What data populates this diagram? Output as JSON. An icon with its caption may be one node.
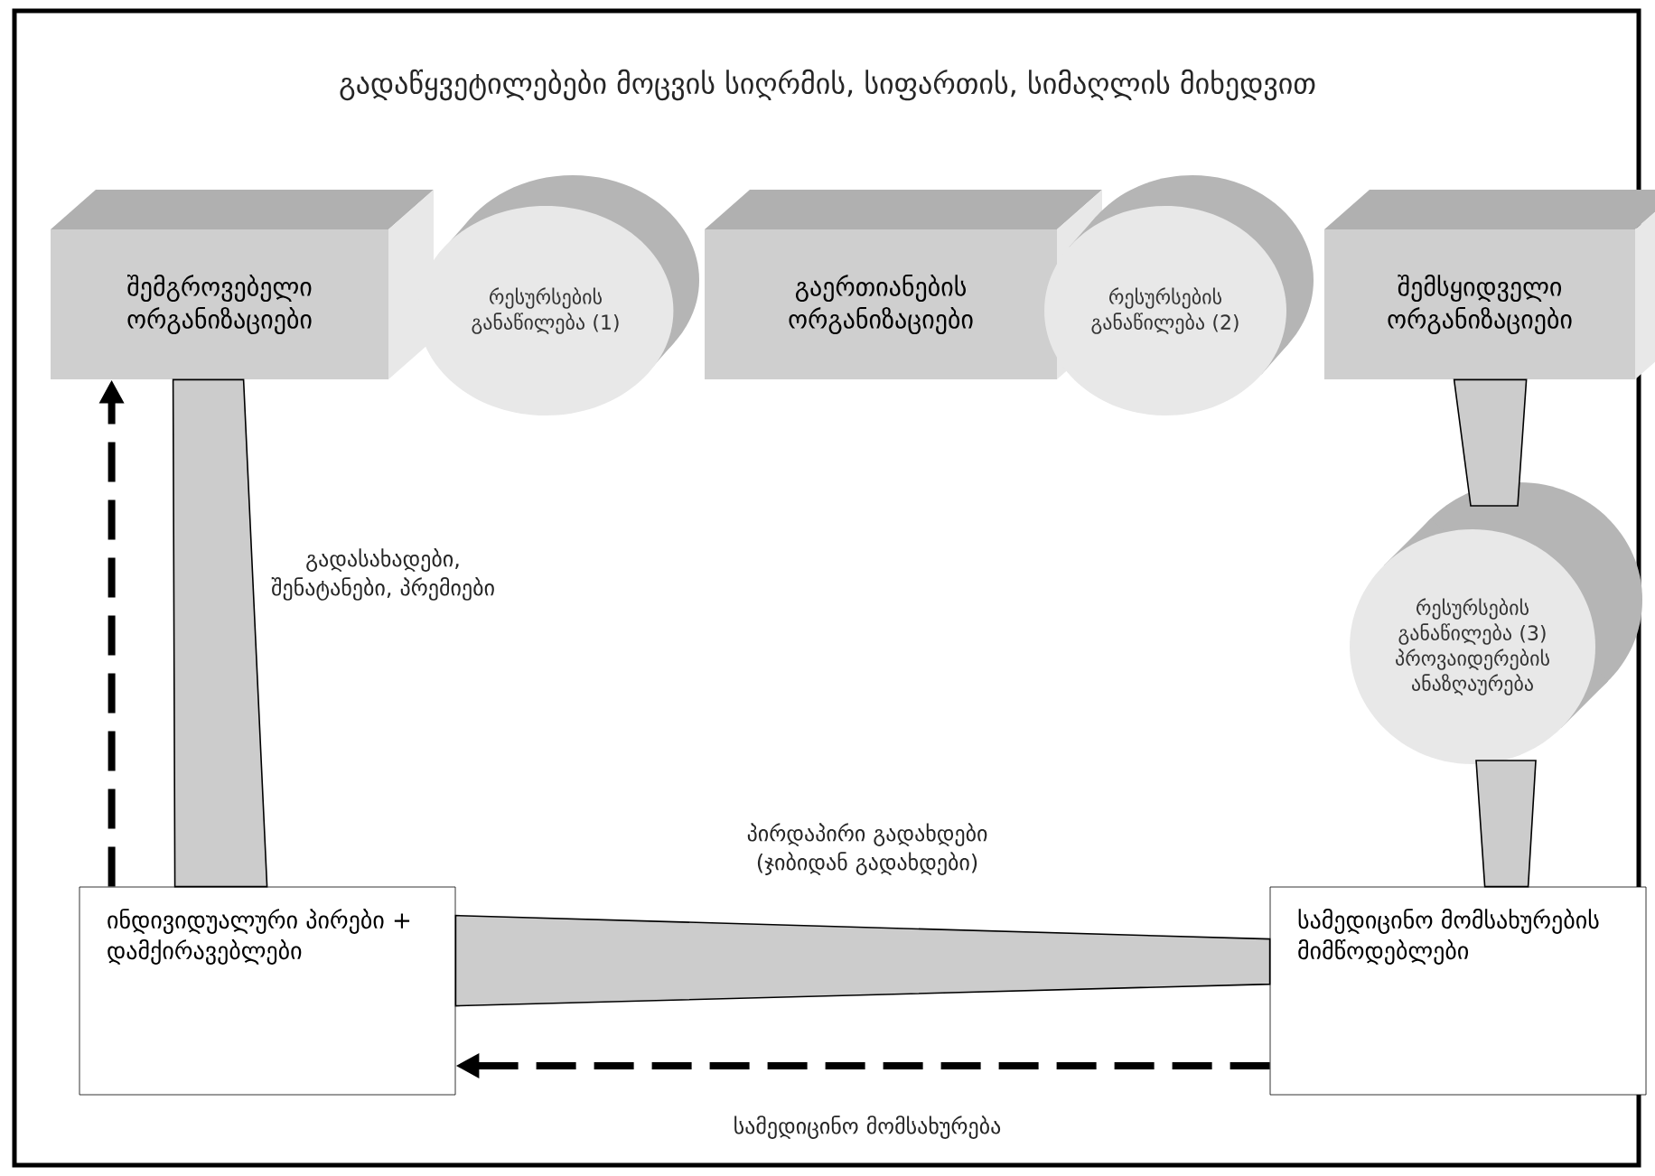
{
  "diagram": {
    "title": "გადაწყვეტილებები მოცვის სიღრმის, სიფართის, სიმაღლის მიხედვით",
    "nodes": [
      {
        "text": [
          "შემგროვებელი ორგანიზაციები"
        ]
      },
      {
        "text": [
          "რესურსების განაწილება (1)"
        ]
      },
      {
        "text": [
          "გაერთიანების ორგანიზაციები"
        ]
      },
      {
        "text": [
          "რესურსების განაწილება (2)"
        ]
      },
      {
        "text": [
          "შემსყიდველი ორგანიზაციები"
        ]
      },
      {
        "text": [
          "რესურსების განაწილება (3) პროვაიდერების ანაზღაურება"
        ]
      },
      {
        "text": [
          "ინდივიდუალური პირები + დამქირავებლები"
        ]
      },
      {
        "text": [
          "სამედიცინო მომსახურების მიმწოდებლები"
        ]
      }
    ],
    "edges": [
      {
        "from": 6,
        "to": 0,
        "arrow": "to",
        "style": "dashed"
      },
      {
        "from": 0,
        "to": 6,
        "arrow": "none",
        "style": "thick",
        "label": "გადასახადები, შენატანები, პრემიები"
      },
      {
        "from": 4,
        "to": 5,
        "arrow": "none",
        "style": "thick"
      },
      {
        "from": 5,
        "to": 7,
        "arrow": "none",
        "style": "thick"
      },
      {
        "from": 6,
        "to": 7,
        "arrow": "none",
        "style": "thick",
        "label": "პირდაპირი გადახდები (ჯიბიდან გადახდები)"
      },
      {
        "from": 7,
        "to": 6,
        "arrow": "to",
        "style": "dashed",
        "label": "სამედიცინო მომსახურება"
      }
    ]
  }
}
